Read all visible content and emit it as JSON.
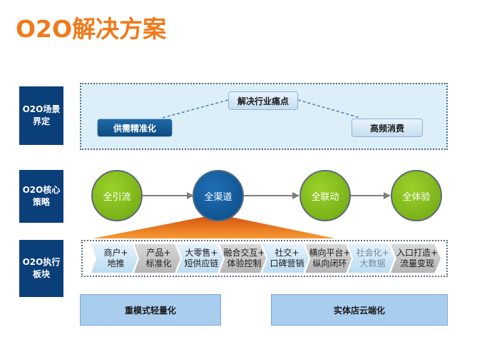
{
  "title": "O2O解决方案",
  "rows": {
    "scenario": "O2O场景\n界定",
    "strategy": "O2O核心\n策略",
    "execution": "O2O执行\n板块"
  },
  "scenario": {
    "center": "解决行业痛点",
    "left": "供需精准化",
    "right": "高频消费"
  },
  "strategy": {
    "steps": [
      "全引流",
      "全渠道",
      "全联动",
      "全体验"
    ]
  },
  "execution": {
    "items": [
      "商户+\n地推",
      "产品+\n标准化",
      "大零售+\n短供应链",
      "融合交互+\n体验控制",
      "社交+\n口碑营销",
      "横向平台+\n纵向闭环",
      "社会化+\n大数据",
      "入口打造+\n流量变现"
    ]
  },
  "bottom": {
    "left": "重模式轻量化",
    "right": "实体店云端化"
  },
  "colors": {
    "accent": "#f07a1c",
    "navy": "#0b3f7a",
    "green": "#8cc21f",
    "blue": "#0d4a82"
  }
}
